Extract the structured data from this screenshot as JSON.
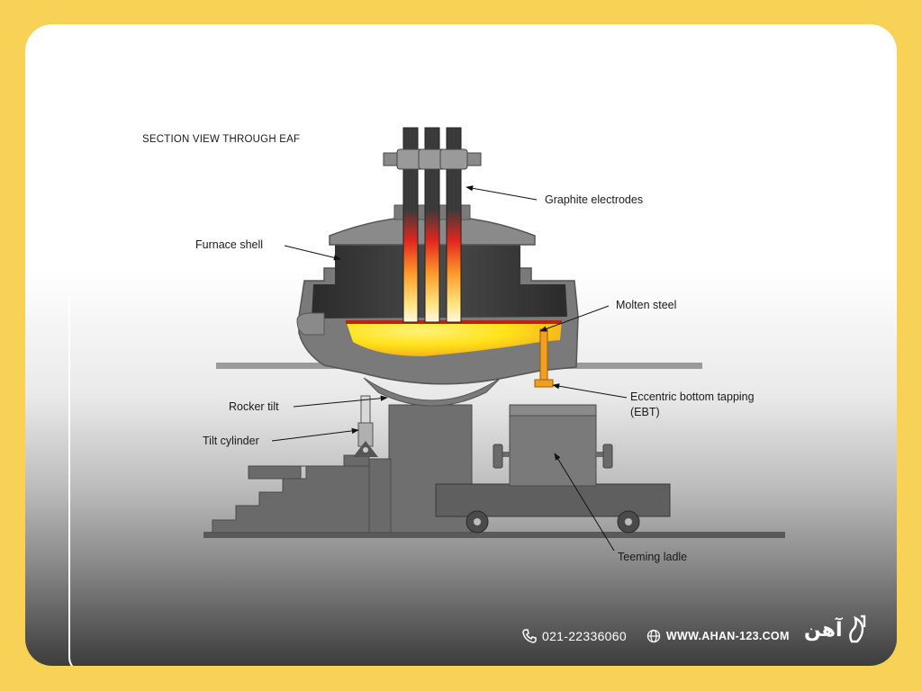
{
  "diagram": {
    "title": "SECTION VIEW THROUGH EAF",
    "labels": {
      "graphite_electrodes": "Graphite electrodes",
      "furnace_shell": "Furnace shell",
      "molten_steel": "Molten steel",
      "rocker_tilt": "Rocker tilt",
      "tilt_cylinder": "Tilt cylinder",
      "ebt_line1": "Eccentric bottom tapping",
      "ebt_line2": "(EBT)",
      "teeming_ladle": "Teeming ladle"
    }
  },
  "footer": {
    "phone": "021-22336060",
    "website": "WWW.AHAN-123.COM",
    "logo_text": "آهن"
  },
  "colors": {
    "background": "#f8d257",
    "steel": "#6f6f6f",
    "molten": "#ffe21a",
    "electrode": "#3a3a3a"
  },
  "icons": [
    "phone-icon",
    "globe-icon",
    "logo-icon"
  ]
}
